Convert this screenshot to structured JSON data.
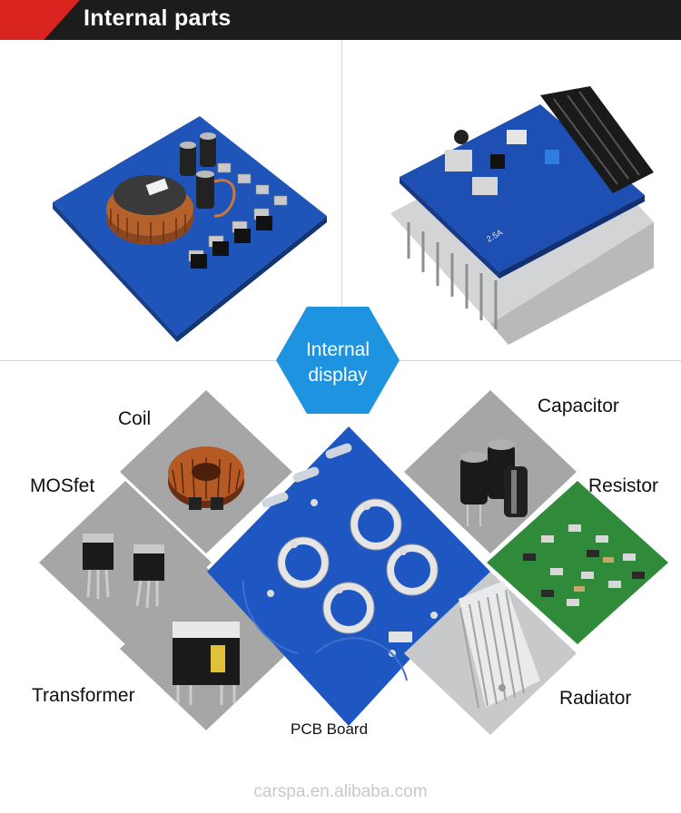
{
  "header": {
    "title": "Internal parts"
  },
  "center": {
    "line1": "Internal",
    "line2": "display"
  },
  "labels": {
    "coil": "Coil",
    "mosfet": "MOSfet",
    "transformer": "Transformer",
    "pcb": "PCB Board",
    "capacitor": "Capacitor",
    "resistor": "Resistor",
    "radiator": "Radiator"
  },
  "footer": {
    "watermark": "carspa.en.alibaba.com"
  },
  "colors": {
    "header_bg": "#1c1c1c",
    "header_accent": "#d9231f",
    "hex": "#1e93e0",
    "pcb_blue": "#1d4fb4",
    "tile_gray": "#a6a6a6"
  }
}
